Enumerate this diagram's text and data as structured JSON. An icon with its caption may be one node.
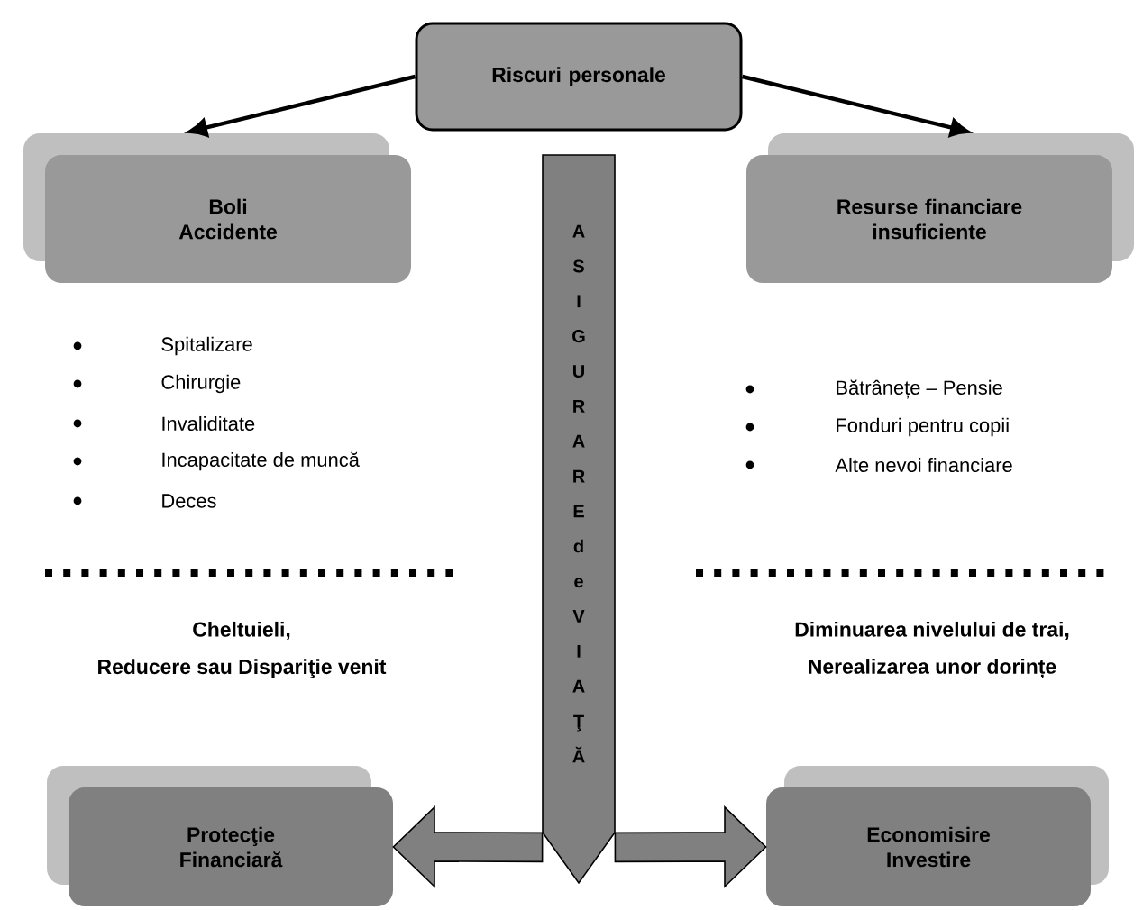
{
  "diagram": {
    "nodes": [
      {
        "text": [
          "Riscuri personale"
        ]
      },
      {
        "text": [
          "Boli Accidente"
        ]
      },
      {
        "text": [
          "Resurse financiare insuficiente"
        ]
      },
      {
        "text": [
          "ASIGURARE de VIAŢĂ"
        ]
      },
      {
        "text": [
          "Protecţie Financiară"
        ]
      },
      {
        "text": [
          "Economisire Investire"
        ]
      }
    ],
    "edges": [
      {
        "from": 0,
        "to": 1,
        "arrow": "to"
      },
      {
        "from": 0,
        "to": 2,
        "arrow": "to"
      },
      {
        "from": 3,
        "to": 4,
        "arrow": "to",
        "style": "thick"
      },
      {
        "from": 3,
        "to": 5,
        "arrow": "to",
        "style": "thick"
      }
    ],
    "labels": [
      "Spitalizare",
      "Chirurgie",
      "Invaliditate",
      "Incapacitate de muncă",
      "Deces",
      "Bătrânețe – Pensie",
      "Fonduri pentru copii",
      "Alte nevoi financiare",
      "Cheltuieli,",
      "Reducere sau Dispariţie venit",
      "Diminuarea nivelului de trai,",
      "Nerealizarea unor dorințe"
    ]
  }
}
